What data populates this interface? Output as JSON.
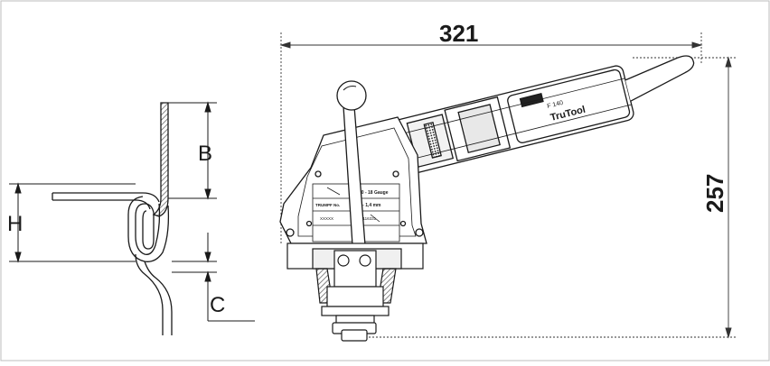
{
  "profile_diagram": {
    "dim_b": "B",
    "dim_h": "H",
    "dim_c": "C"
  },
  "tool_drawing": {
    "width_dimension": "321",
    "height_dimension": "257",
    "brand_label": "TruTool",
    "model_label": "F 140",
    "plate_gauge": "20 - 18 Gauge",
    "plate_thickness": "1 - 1,4 mm",
    "plate_trumpf_no": "TRUMPF No.",
    "plate_part_number": "0116331",
    "plate_serial": "XXXXX"
  },
  "colors": {
    "line": "#1a1a1a",
    "hatch": "#555555",
    "handle_fill": "#d9d9d9",
    "dimension_line": "#333333"
  }
}
